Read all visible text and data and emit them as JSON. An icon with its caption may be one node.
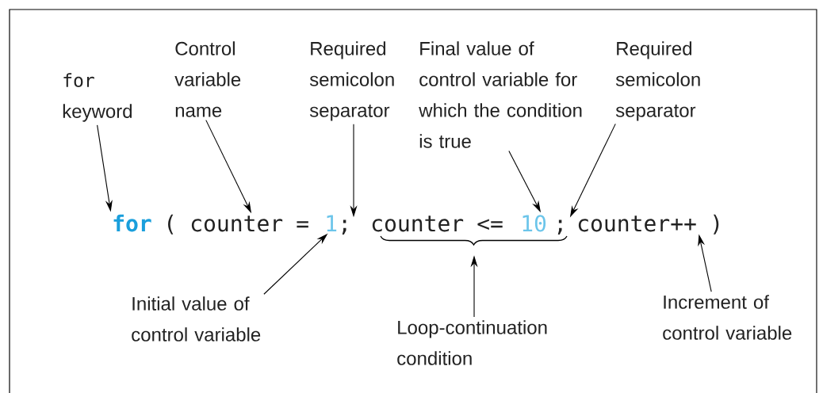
{
  "diagram": {
    "nodes": [
      {
        "text": [
          "for",
          "keyword"
        ]
      },
      {
        "text": [
          "Control variable name"
        ]
      },
      {
        "text": [
          "Required semicolon separator"
        ]
      },
      {
        "text": [
          "Final value of control variable for which the condition is true"
        ]
      },
      {
        "text": [
          "Required semicolon separator"
        ]
      },
      {
        "text": [
          "for"
        ]
      },
      {
        "text": [
          "("
        ]
      },
      {
        "text": [
          "counter"
        ]
      },
      {
        "text": [
          "="
        ]
      },
      {
        "text": [
          "1"
        ]
      },
      {
        "text": [
          ";"
        ]
      },
      {
        "text": [
          "counter"
        ]
      },
      {
        "text": [
          "<="
        ]
      },
      {
        "text": [
          "10"
        ]
      },
      {
        "text": [
          ";"
        ]
      },
      {
        "text": [
          "counter++"
        ]
      },
      {
        "text": [
          ")"
        ]
      },
      {
        "text": [],
        "shape": "brace"
      },
      {
        "text": [
          "Initial value of control variable"
        ]
      },
      {
        "text": [
          "Loop-continuation condition"
        ]
      },
      {
        "text": [
          "Increment of control variable"
        ]
      }
    ],
    "edges": [
      {
        "from": 0,
        "to": 5,
        "arrow": "to"
      },
      {
        "from": 1,
        "to": 7,
        "arrow": "to"
      },
      {
        "from": 2,
        "to": 10,
        "arrow": "to"
      },
      {
        "from": 3,
        "to": 13,
        "arrow": "to"
      },
      {
        "from": 4,
        "to": 14,
        "arrow": "to"
      },
      {
        "from": 18,
        "to": 9,
        "arrow": "to"
      },
      {
        "from": 19,
        "to": 17,
        "arrow": "to"
      },
      {
        "from": 20,
        "to": 15,
        "arrow": "to"
      }
    ]
  }
}
